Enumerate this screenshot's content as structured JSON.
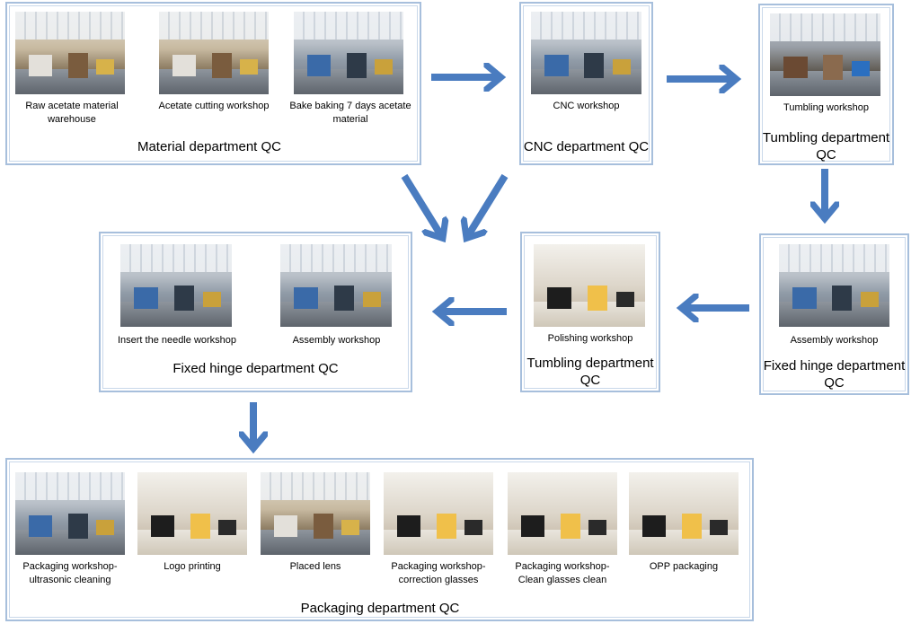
{
  "colors": {
    "arrow": "#4a7cc0",
    "box_border": "#a7bfdc"
  },
  "material": {
    "title": "Material department QC",
    "items": [
      {
        "caption": "Raw acetate material\nwarehouse"
      },
      {
        "caption": "Acetate cutting workshop"
      },
      {
        "caption": "Bake baking 7 days acetate\nmaterial"
      }
    ]
  },
  "cnc": {
    "title": "CNC department QC",
    "items": [
      {
        "caption": "CNC workshop"
      }
    ]
  },
  "tumbling_top": {
    "title": "Tumbling department\nQC",
    "items": [
      {
        "caption": "Tumbling workshop"
      }
    ]
  },
  "fixed_hinge_main": {
    "title": "Fixed hinge department QC",
    "items": [
      {
        "caption": "Insert the needle workshop"
      },
      {
        "caption": "Assembly workshop"
      }
    ]
  },
  "tumbling_mid": {
    "title": "Tumbling department\nQC",
    "items": [
      {
        "caption": "Polishing workshop"
      }
    ]
  },
  "fixed_hinge_right": {
    "title": "Fixed hinge department\nQC",
    "items": [
      {
        "caption": "Assembly workshop"
      }
    ]
  },
  "packaging": {
    "title": "Packaging department QC",
    "items": [
      {
        "caption": "Packaging workshop-\nultrasonic cleaning"
      },
      {
        "caption": "Logo printing"
      },
      {
        "caption": "Placed lens"
      },
      {
        "caption": "Packaging workshop-\ncorrection glasses"
      },
      {
        "caption": "Packaging workshop-\nClean glasses clean"
      },
      {
        "caption": "OPP packaging"
      }
    ]
  }
}
